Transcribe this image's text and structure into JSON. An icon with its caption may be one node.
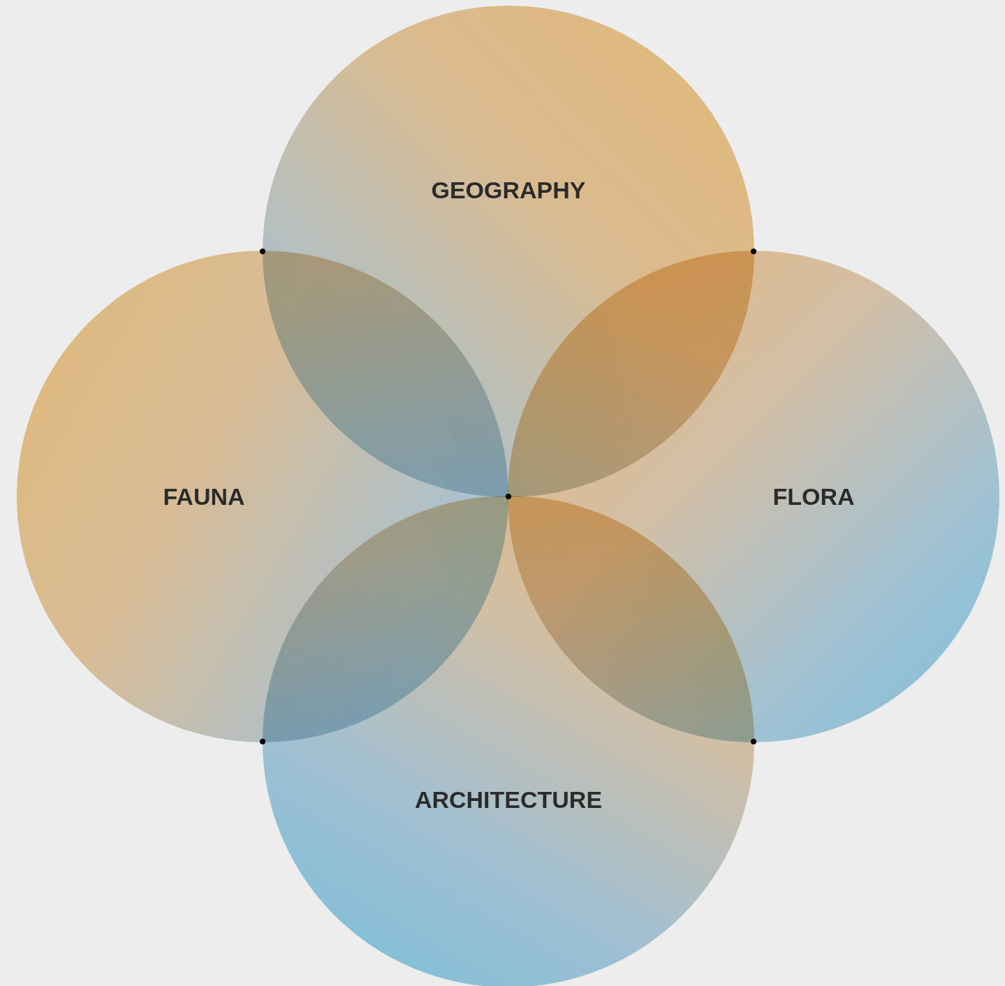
{
  "diagram": {
    "nodes": [
      {
        "text": [
          "GEOGRAPHY"
        ]
      },
      {
        "text": [
          "FAUNA"
        ]
      },
      {
        "text": [
          "FLORA"
        ]
      },
      {
        "text": [
          "ARCHITECTURE"
        ]
      }
    ]
  }
}
